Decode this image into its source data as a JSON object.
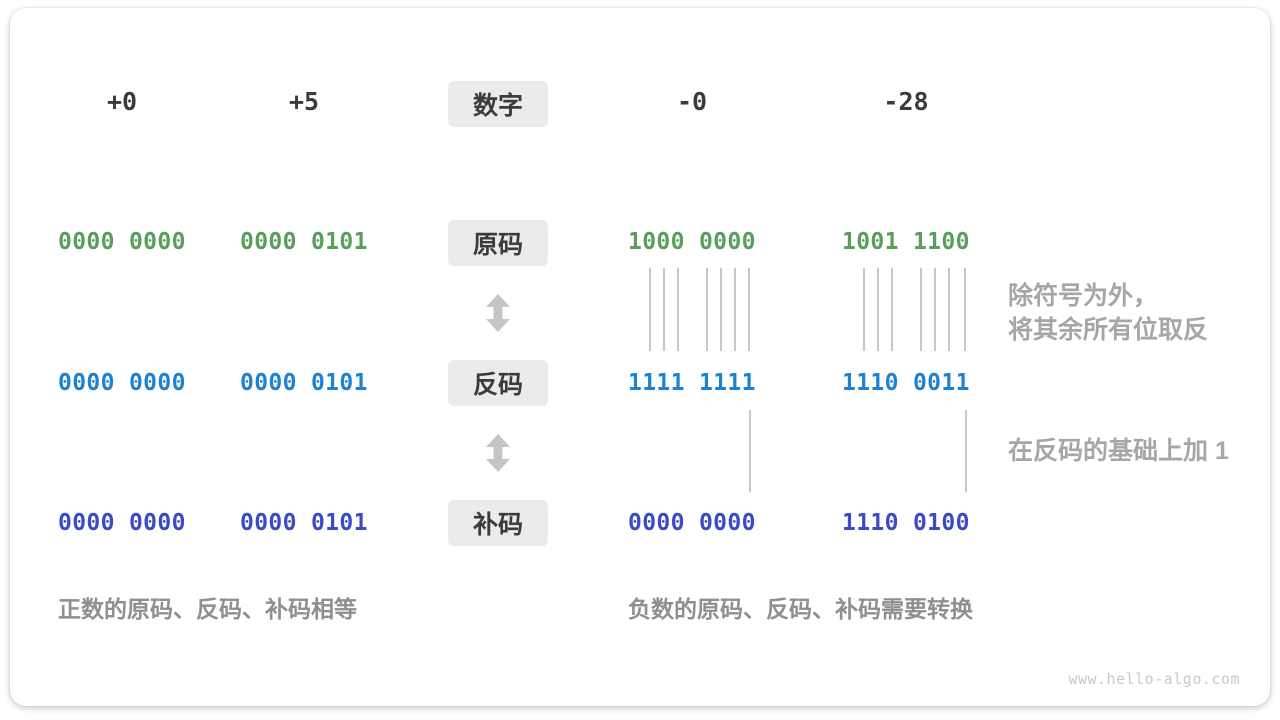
{
  "headers": {
    "col1": "+0",
    "col2": "+5",
    "digit_label": "数字",
    "col3": "-0",
    "col4": "-28"
  },
  "rows": [
    {
      "label": "原码",
      "values": [
        "0000 0000",
        "0000 0101",
        "1000 0000",
        "1001 1100"
      ]
    },
    {
      "label": "反码",
      "values": [
        "0000 0000",
        "0000 0101",
        "1111 1111",
        "1110 0011"
      ]
    },
    {
      "label": "补码",
      "values": [
        "0000 0000",
        "0000 0101",
        "0000 0000",
        "1110 0100"
      ]
    }
  ],
  "annotations": {
    "flip": "除符号为外，\n将其余所有位取反",
    "add_one": "在反码的基础上加 1"
  },
  "captions": {
    "positive": "正数的原码、反码、补码相等",
    "negative": "负数的原码、反码、补码需要转换"
  },
  "watermark": "www.hello-algo.com",
  "colors": {
    "sign_magnitude": "#5a9e5c",
    "ones_complement": "#1e82d2",
    "twos_complement": "#3b4bc8",
    "heading_text": "#3b3b3b",
    "annotation_gray": "#a6a6a6",
    "caption_gray": "#8f8f8f",
    "label_box_bg": "#ebebeb",
    "arrow_gray": "#c5c5c5"
  }
}
